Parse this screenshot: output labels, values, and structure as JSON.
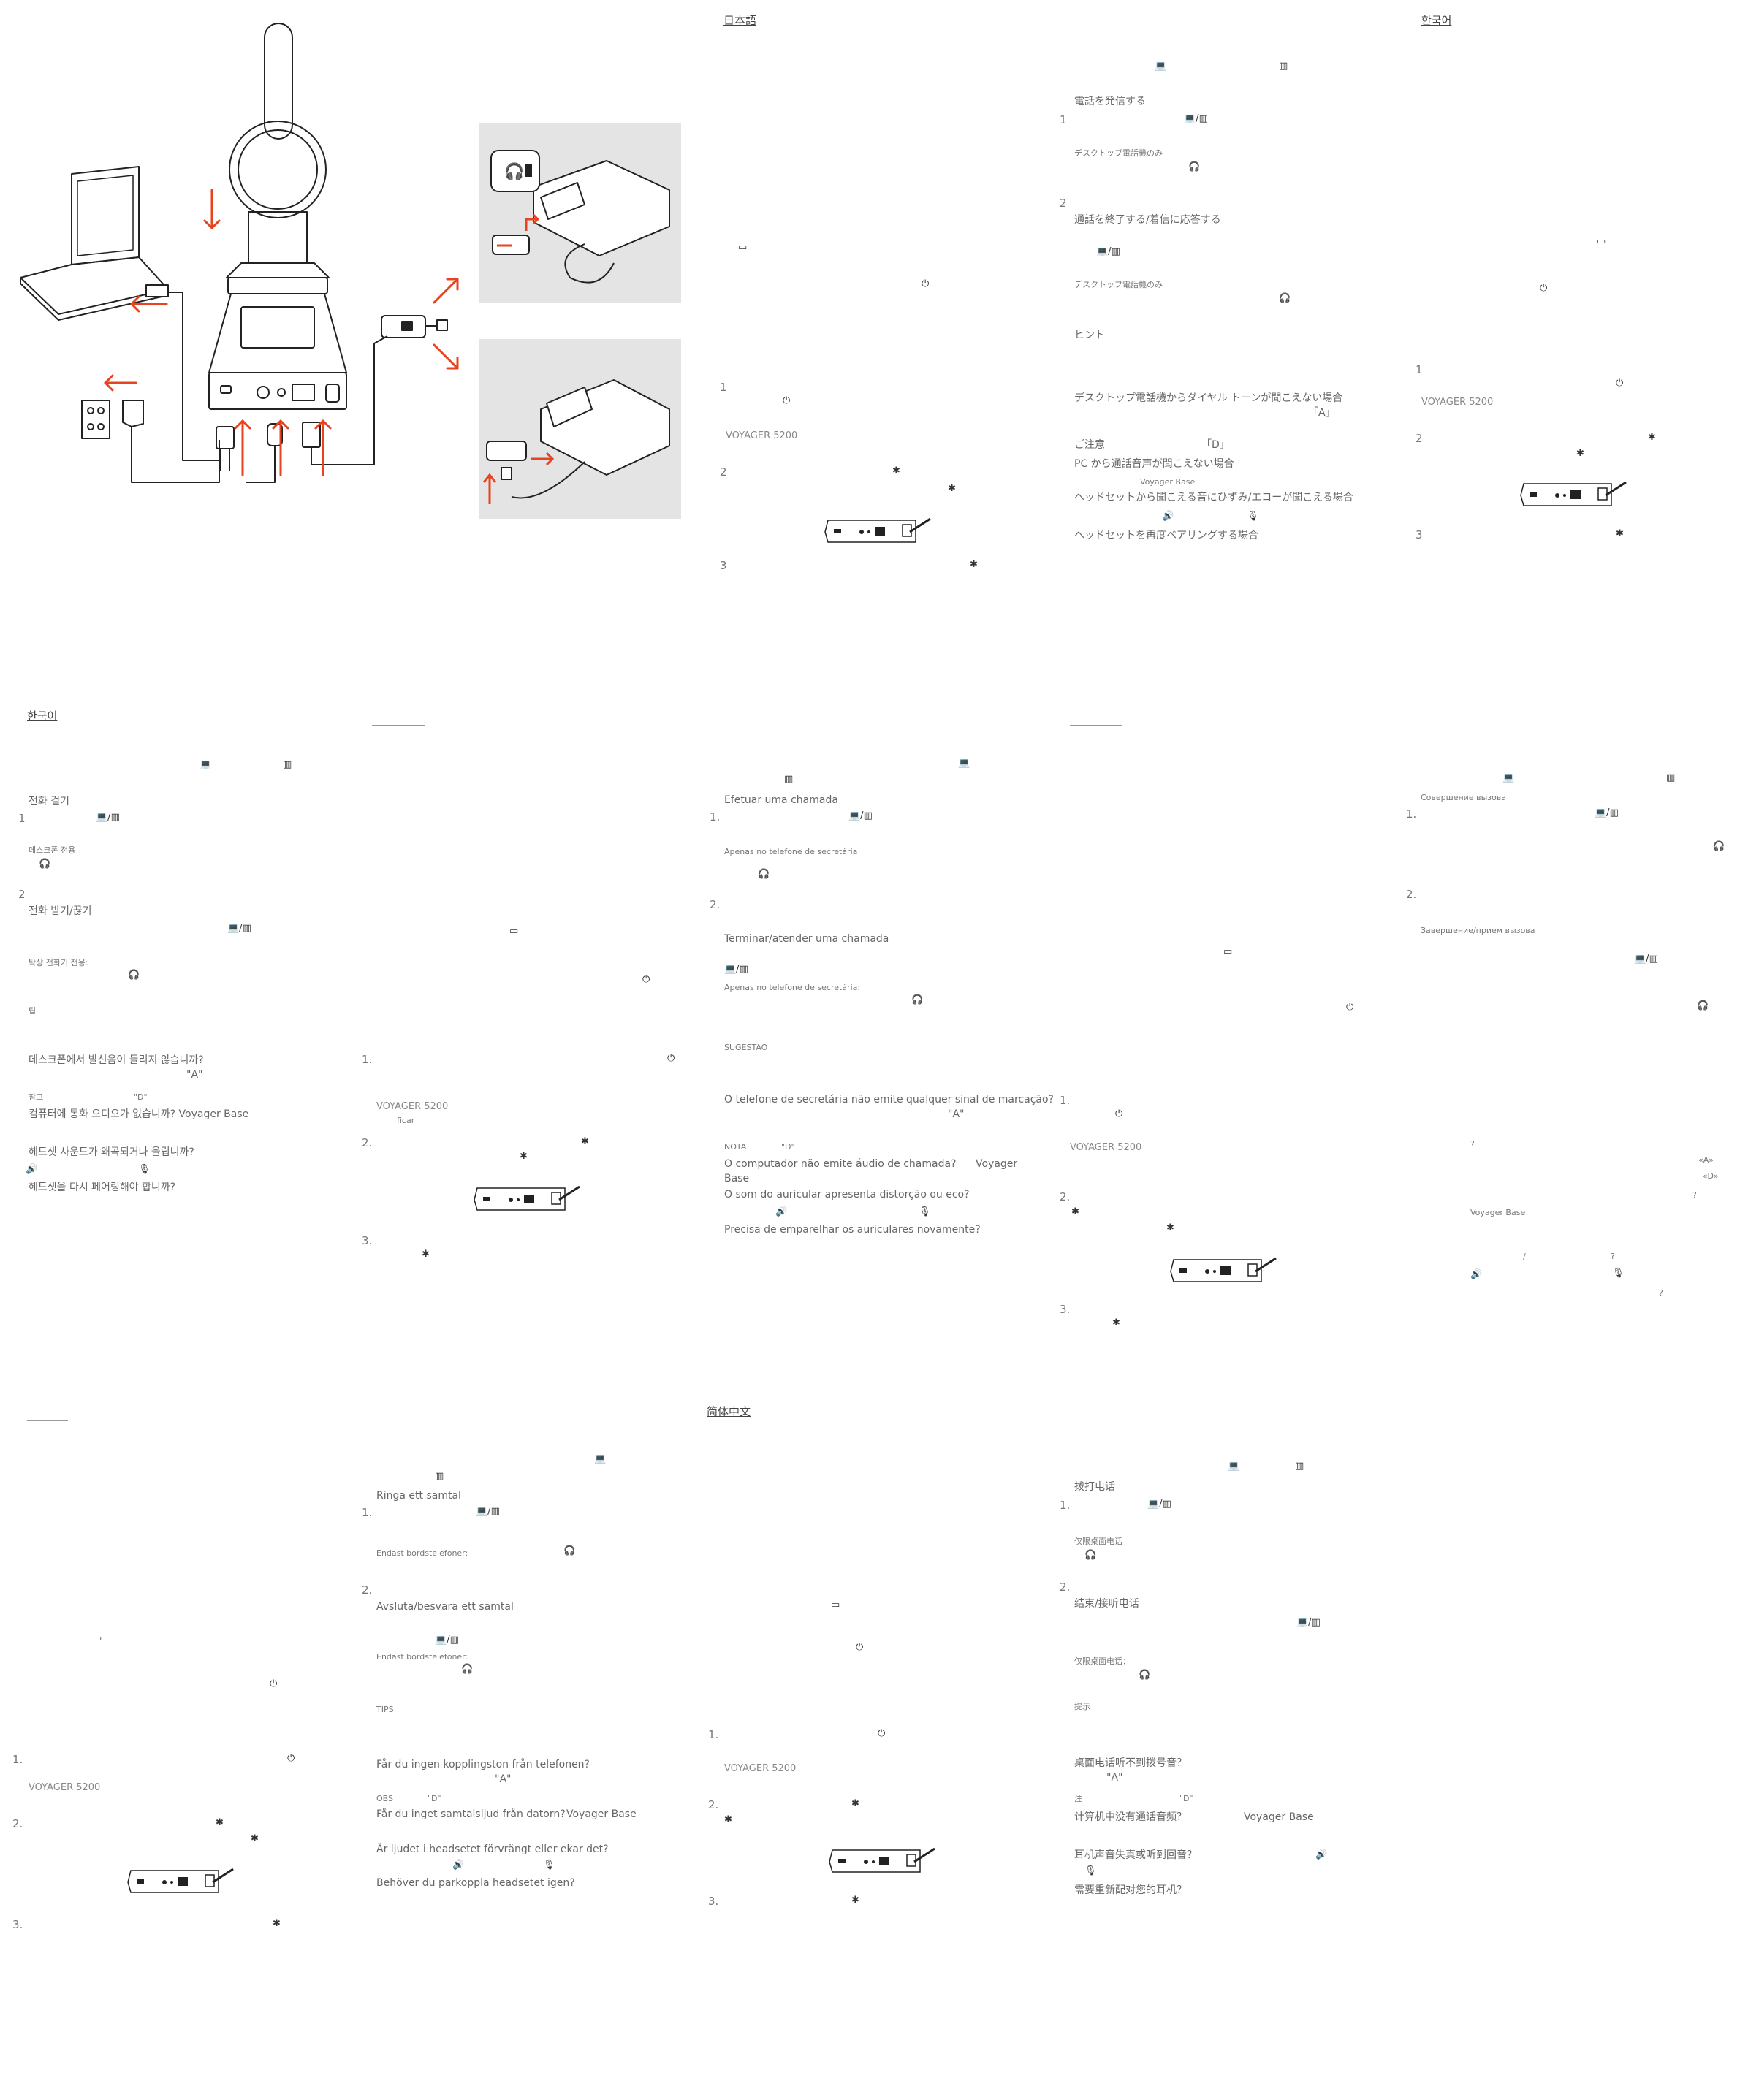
{
  "japanese": {
    "heading": "日本語",
    "num1": "1",
    "num2": "2",
    "num3": "3",
    "product": "VOYAGER 5200",
    "make_call": "電話を発信する",
    "desk_only_1": "デスクトップ電話機のみ",
    "end_answer": "通話を終了する/着信に応答する",
    "desk_only_2": "デスクトップ電話機のみ",
    "tip": "ヒント",
    "q_dial_tone": "デスクトップ電話機からダイヤル トーンが聞こえない場合",
    "switch_A": "「A」",
    "note": "ご注意",
    "switch_D": "「D」",
    "q_pc_audio": "PC から通話音声が聞こえない場合",
    "voyager_base": "Voyager Base",
    "q_distort": "ヘッドセットから聞こえる音にひずみ/エコーが聞こえる場合",
    "q_repair": "ヘッドセットを再度ペアリングする場合",
    "sec_num1": "1",
    "sec_num2": "2"
  },
  "korean_top": {
    "heading": "한국어",
    "num1": "1",
    "num2": "2",
    "num3": "3",
    "product": "VOYAGER 5200"
  },
  "korean": {
    "heading": "한국어",
    "make_call": "전화 걸기",
    "num1": "1",
    "desk_only_1": "데스크폰 전용",
    "num2": "2",
    "end_answer": "전화 받기/끊기",
    "desk_only_2": "탁상 전화기 전용:",
    "tip": "팁",
    "q_dial_tone": "데스크폰에서 발신음이 들리지 않습니까?",
    "switch_A": "\"A\"",
    "note": "참고",
    "switch_D": "\"D\"",
    "q_pc_audio": "컴퓨터에 통화 오디오가 없습니까? Voyager Base",
    "q_distort": "헤드셋 사운드가 왜곡되거나 울립니까?",
    "q_repair": "헤드셋을 다시 페어링해야 합니까?"
  },
  "unknown_1": {
    "num1": "1.",
    "num2": "2.",
    "num3": "3.",
    "product": "VOYAGER 5200",
    "ficar": "ficar"
  },
  "portuguese": {
    "make_call": "Efetuar uma chamada",
    "num1": "1.",
    "desk_only_1": "Apenas no telefone de secretária",
    "num2": "2.",
    "end_answer": "Terminar/atender uma chamada",
    "desk_only_2": "Apenas no telefone de secretária:",
    "tip": "SUGESTÃO",
    "q_dial_tone": "O telefone de secretária não emite qualquer sinal de marcação?",
    "switch_A": "\"A\"",
    "note": "NOTA",
    "switch_D": "\"D\"",
    "q_pc_audio": "O computador não emite áudio de chamada?",
    "voyager_base": "Voyager",
    "base": "Base",
    "q_distort": "O som do auricular apresenta distorção ou eco?",
    "q_repair": "Precisa de emparelhar os auriculares novamente?"
  },
  "unknown_2": {
    "num1": "1.",
    "num2": "2.",
    "num3": "3.",
    "product": "VOYAGER 5200"
  },
  "russian": {
    "make_call": "Совершение вызова",
    "num1": "1.",
    "num2": "2.",
    "end_answer": "Завершение/прием вызова",
    "qmark": "?",
    "voyager_base": "Voyager Base",
    "slash": "/",
    "quote_A": "«A»",
    "quote_D": "«D»"
  },
  "unknown_3": {
    "num1": "1.",
    "num2": "2.",
    "num3": "3.",
    "product": "VOYAGER 5200"
  },
  "swedish": {
    "make_call": "Ringa ett samtal",
    "num1": "1.",
    "desk_only_1": "Endast bordstelefoner:",
    "num2": "2.",
    "end_answer": "Avsluta/besvara ett samtal",
    "desk_only_2": "Endast bordstelefoner:",
    "tip": "TIPS",
    "q_dial_tone": "Får du ingen kopplingston från telefonen?",
    "switch_A": "\"A\"",
    "note": "OBS",
    "switch_D": "\"D\"",
    "q_pc_audio": "Får du inget samtalsljud från datorn?",
    "voyager_base": "Voyager Base",
    "q_distort": "Är ljudet i headsetet förvrängt eller ekar det?",
    "q_repair": "Behöver du parkoppla headsetet igen?"
  },
  "chinese_top": {
    "heading": "简体中文",
    "num1": "1.",
    "num2": "2.",
    "num3": "3.",
    "product": "VOYAGER 5200"
  },
  "chinese": {
    "make_call": "拨打电话",
    "num1": "1.",
    "desk_only_1": "仅限桌面电话",
    "num2": "2.",
    "end_answer": "结束/接听电话",
    "desk_only_2": "仅限桌面电话：",
    "tip": "提示",
    "q_dial_tone": "桌面电话听不到拨号音？",
    "switch_A": "\"A\"",
    "note": "注",
    "switch_D": "\"D\"",
    "q_pc_audio": "计算机中没有通话音频？",
    "voyager_base": "Voyager Base",
    "q_distort": "耳机声音失真或听到回音？",
    "q_repair": "需要重新配对您的耳机？"
  },
  "colors": {
    "accent": "#e8431e",
    "panel_gray": "#e4e4e4",
    "line": "#222222"
  },
  "icons": [
    "laptop-icon",
    "desk-phone-icon",
    "battery-icon",
    "power-icon",
    "bluetooth-icon",
    "headset-icon",
    "mute-icon",
    "volume-icon"
  ]
}
